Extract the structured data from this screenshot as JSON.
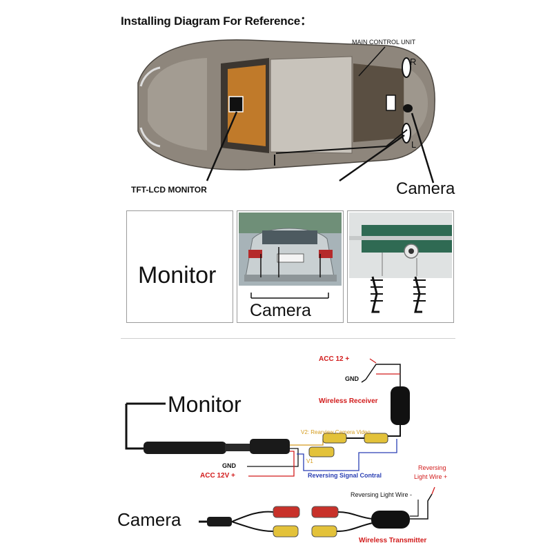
{
  "title": "Installing Diagram For Reference：",
  "top_diagram": {
    "main_control_unit": "MAIN CONTROL UNIT",
    "right_marker": "R",
    "left_marker": "L",
    "tft_monitor": "TFT-LCD MONITOR",
    "camera": "Camera"
  },
  "panels": {
    "monitor": "Monitor",
    "camera": "Camera"
  },
  "wiring": {
    "monitor": "Monitor",
    "camera": "Camera",
    "acc_12_plus": "ACC 12 +",
    "gnd_receiver": "GND",
    "wireless_receiver": "Wireless Receiver",
    "v2_video": "V2: Rearview Camera Video",
    "v1": "V1",
    "gnd_left": "GND",
    "acc_12v_plus": "ACC 12V +",
    "reversing_signal": "Reversing Signal Contral",
    "reversing_light_wire_plus_1": "Reversing",
    "reversing_light_wire_plus_2": "Light Wire +",
    "reversing_light_wire_minus": "Reversing Light Wire -",
    "wireless_transmitter": "Wireless Transmitter"
  },
  "colors": {
    "label_red": "#d21b1b",
    "label_orange": "#d49b1c",
    "label_blue": "#2a3fb3",
    "car_body": "#8e867c",
    "rca_red": "#c8312a",
    "rca_yellow": "#e3c23a"
  }
}
